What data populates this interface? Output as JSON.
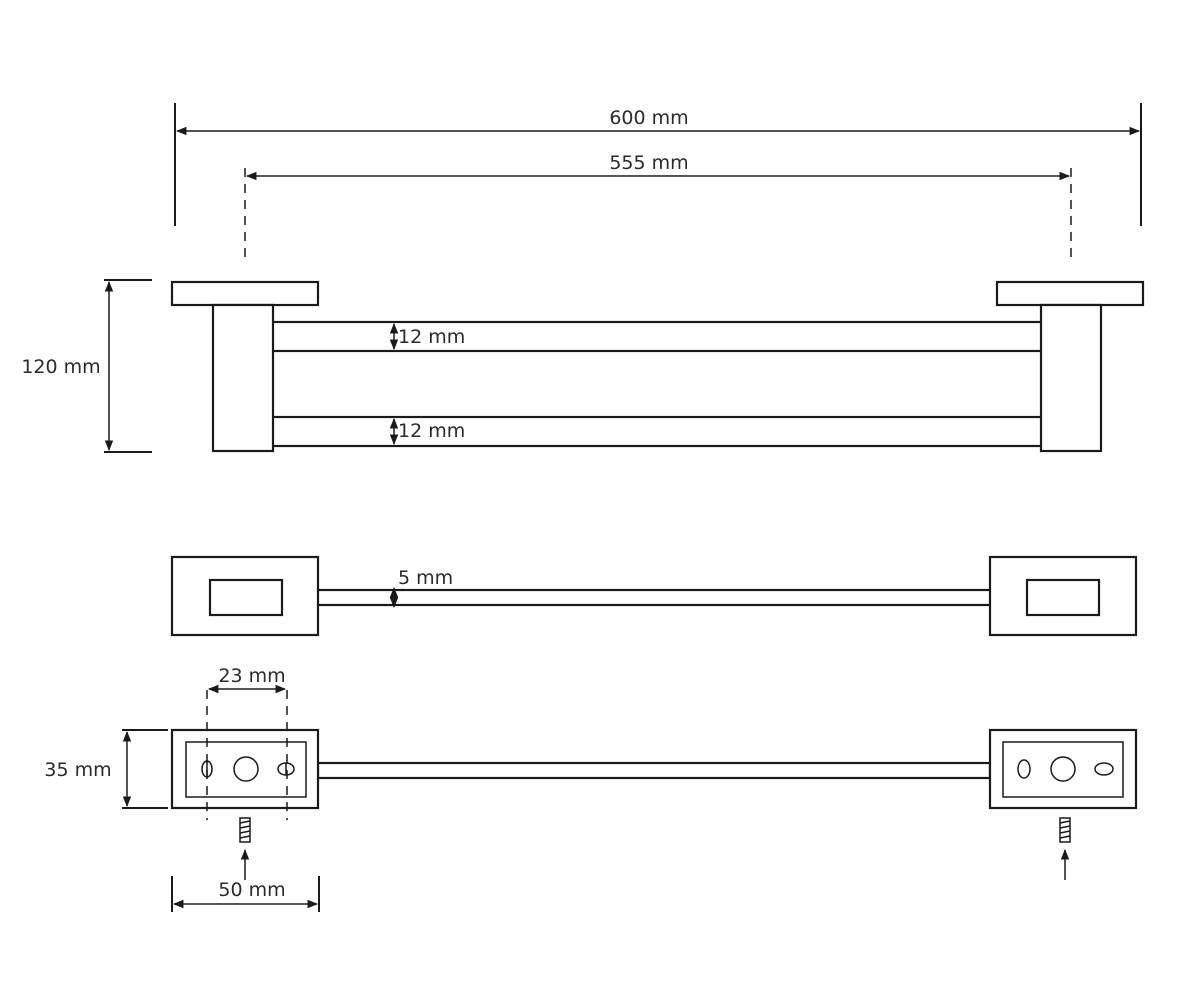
{
  "dimensions": {
    "total_length": "600 mm",
    "center_distance": "555 mm",
    "height": "120 mm",
    "bar_top": "12 mm",
    "bar_bottom": "12 mm",
    "bar_thickness": "5 mm",
    "hole_spacing": "23 mm",
    "plate_height": "35 mm",
    "plate_width": "50 mm"
  },
  "colors": {
    "line": "#1a1a1a",
    "text": "#2a2a2a",
    "background": "#ffffff"
  }
}
